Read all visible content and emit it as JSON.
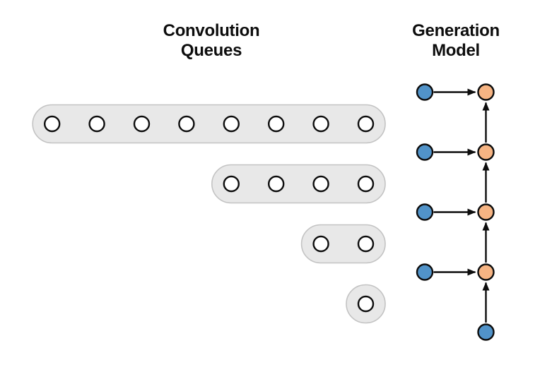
{
  "titles": {
    "left": "Convolution\nQueues",
    "right": "Generation\nModel"
  },
  "colors": {
    "background": "#ffffff",
    "queue_fill": "#e8e8e8",
    "queue_border": "#c3c3c3",
    "slot_fill": "#ffffff",
    "slot_border": "#0d0d0d",
    "input_node": "#5193c9",
    "output_node": "#f6b483",
    "arrow": "#0d0d0d"
  },
  "queues": [
    {
      "label": "queue-1",
      "slots": 8
    },
    {
      "label": "queue-2",
      "slots": 4
    },
    {
      "label": "queue-3",
      "slots": 2
    },
    {
      "label": "queue-4",
      "slots": 1
    }
  ],
  "generation": {
    "rows": [
      {
        "input": "input_node",
        "output": "output_node"
      },
      {
        "input": "input_node",
        "output": "output_node"
      },
      {
        "input": "input_node",
        "output": "output_node"
      },
      {
        "input": "input_node",
        "output": "output_node"
      }
    ],
    "seed": {
      "color": "input_node"
    }
  }
}
